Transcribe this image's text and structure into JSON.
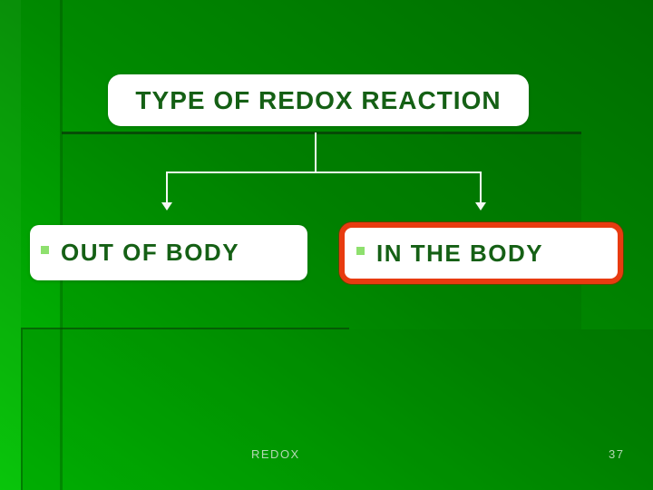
{
  "slide": {
    "title": "TYPE OF REDOX REACTION",
    "branches": [
      {
        "label": "OUT OF BODY",
        "highlighted": false
      },
      {
        "label": "IN THE BODY",
        "highlighted": true
      }
    ],
    "footer": {
      "text": "REDOX",
      "page_number": "37"
    },
    "icons": {
      "bullet": "square-bullet-icon",
      "arrows": "arrow-down-icon"
    },
    "colors": {
      "background_dark_green": "#006c00",
      "background_bright_green": "#00c203",
      "title_text": "#156015",
      "branch_text": "#156015",
      "bullet": "#8ee06e",
      "highlight_border": "#e83b10",
      "connector": "#f4f9f4",
      "footer_text": "#b4d7b4",
      "box_fill": "#ffffff"
    }
  }
}
